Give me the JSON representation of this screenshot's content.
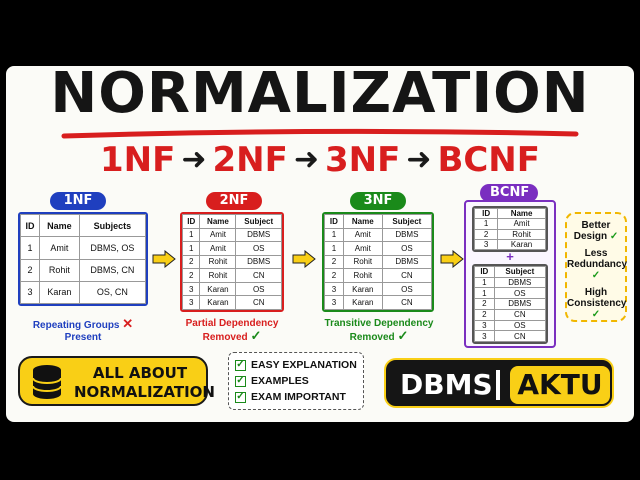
{
  "title": "NORMALIZATION",
  "flow": [
    "1NF",
    "2NF",
    "3NF",
    "BCNF"
  ],
  "nf1": {
    "badge": "1NF",
    "rows": [
      [
        "ID",
        "Name",
        "Subjects"
      ],
      [
        "1",
        "Amit",
        "DBMS, OS"
      ],
      [
        "2",
        "Rohit",
        "DBMS, CN"
      ],
      [
        "3",
        "Karan",
        "OS,  CN"
      ]
    ],
    "note": "Repeating Groups",
    "note2": "Present",
    "mark": "✕"
  },
  "nf2": {
    "badge": "2NF",
    "rows": [
      [
        "ID",
        "Name",
        "Subject"
      ],
      [
        "1",
        "Amit",
        "DBMS"
      ],
      [
        "1",
        "Amit",
        "OS"
      ],
      [
        "2",
        "Rohit",
        "DBMS"
      ],
      [
        "2",
        "Rohit",
        "CN"
      ],
      [
        "3",
        "Karan",
        "OS"
      ],
      [
        "3",
        "Karan",
        "CN"
      ]
    ],
    "note": "Partial Dependency",
    "note2": "Removed",
    "mark": "✓"
  },
  "nf3": {
    "badge": "3NF",
    "rows": [
      [
        "ID",
        "Name",
        "Subject"
      ],
      [
        "1",
        "Amit",
        "DBMS"
      ],
      [
        "1",
        "Amit",
        "OS"
      ],
      [
        "2",
        "Rohit",
        "DBMS"
      ],
      [
        "2",
        "Rohit",
        "CN"
      ],
      [
        "3",
        "Karan",
        "OS"
      ],
      [
        "3",
        "Karan",
        "CN"
      ]
    ],
    "note": "Transitive Dependency",
    "note2": "Removed",
    "mark": "✓"
  },
  "bcnf": {
    "badge": "BCNF",
    "rows_a": [
      [
        "ID",
        "Name"
      ],
      [
        "1",
        "Amit"
      ],
      [
        "2",
        "Rohit"
      ],
      [
        "3",
        "Karan"
      ]
    ],
    "plus": "+",
    "rows_b": [
      [
        "ID",
        "Subject"
      ],
      [
        "1",
        "DBMS"
      ],
      [
        "1",
        "OS"
      ],
      [
        "2",
        "DBMS"
      ],
      [
        "2",
        "CN"
      ],
      [
        "3",
        "OS"
      ],
      [
        "3",
        "CN"
      ]
    ]
  },
  "benefits": [
    {
      "l1": "Better",
      "l2": "Design",
      "mark": "✓"
    },
    {
      "l1": "Less",
      "l2": "Redundancy",
      "mark": "✓"
    },
    {
      "l1": "High",
      "l2": "Consistency",
      "mark": "✓"
    }
  ],
  "promo": {
    "line1": "ALL ABOUT",
    "line2": "NORMALIZATION"
  },
  "checklist": [
    "EASY EXPLANATION",
    "EXAMPLES",
    "EXAM IMPORTANT"
  ],
  "tags": {
    "left": "DBMS",
    "right": "AKTU"
  },
  "colors": {
    "nf1": "#1f3fbf",
    "nf2": "#d81e1e",
    "nf3": "#1a8a1a",
    "bcnf": "#7a2ec0",
    "accent": "#f9cf16"
  }
}
